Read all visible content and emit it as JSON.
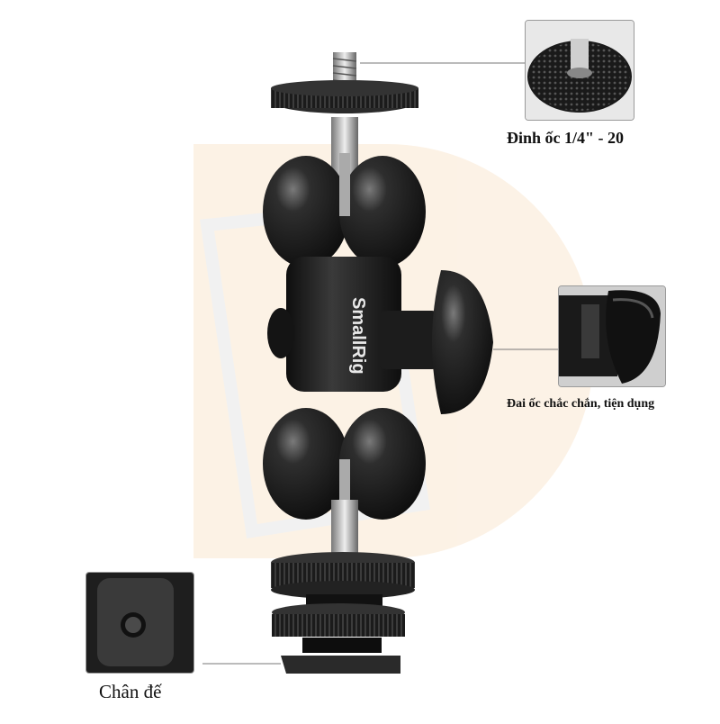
{
  "product": {
    "brand_text": "SmallRig"
  },
  "callouts": [
    {
      "label": "Đinh ốc 1/4\" - 20",
      "icon": "screw-detail-image"
    },
    {
      "label": "Đai ốc chắc chắn, tiện dụng",
      "icon": "knob-detail-image"
    },
    {
      "label": "Chân đế",
      "icon": "shoe-base-detail-image"
    }
  ],
  "colors": {
    "watermark": "#fbecd9",
    "metal_dark": "#1a1a1a",
    "callout_line": "#777777"
  }
}
